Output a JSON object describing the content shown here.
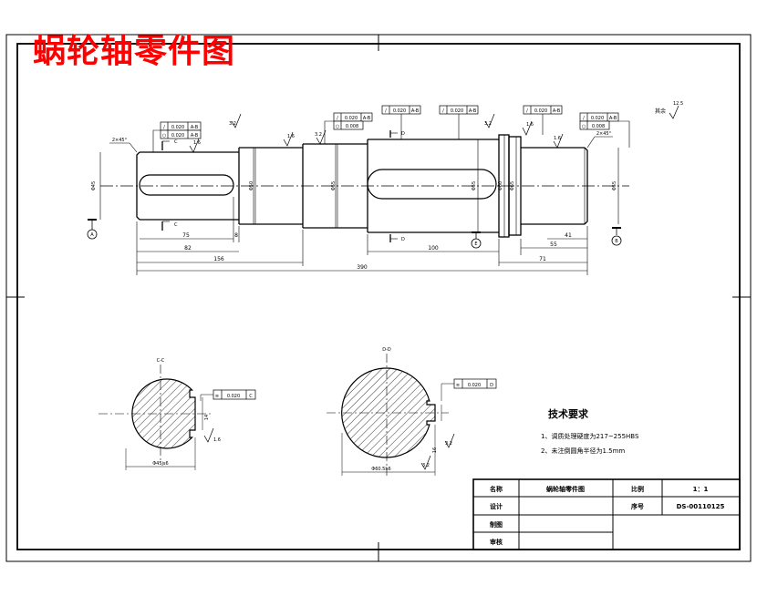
{
  "title": "蜗轮轴零件图",
  "dimensions": {
    "chamfer_left": "2×45°",
    "chamfer_right": "2×45°",
    "dia_1": "Φ45",
    "dia_2": "Φ50",
    "dia_3": "Φ55",
    "dia_4": "Φ55",
    "dia_5": "Φ60",
    "dia_6": "Φ65",
    "dia_7": "Φ55",
    "len_key1": "75",
    "len_seg1": "82",
    "len_left": "156",
    "len_total": "390",
    "len_mid": "100",
    "len_right1": "41",
    "len_right2": "55",
    "len_right3": "71",
    "gap": "8",
    "sec1_dim": "14",
    "sec2_dim": "16",
    "sec1_dia": "Φ45js6",
    "sec2_dia": "Φ60.5h6"
  },
  "tolerances": {
    "t1": "0.020",
    "t1_ref": "A-B",
    "t2": "0.020",
    "t2_ref": "A-B",
    "t3": "0.008",
    "t4": "0.020",
    "t4_ref": "A-B",
    "t5": "0.020",
    "t5_ref": "A-B",
    "t6": "0.020",
    "t6_ref": "A-B",
    "t7": "0.020",
    "t7_ref": "A-B",
    "t8": "0.008",
    "sec1_sym": "0.020",
    "sec1_ref": "C",
    "sec2_sym": "0.020",
    "sec2_ref": "D"
  },
  "roughness": {
    "r1": "1.6",
    "r2": "1.6",
    "r3": "1.6",
    "r4": "3.2",
    "r5": "1.6",
    "r6": "3.2",
    "r7": "3.2",
    "r8": "1.6",
    "r9": "3.2",
    "rest_label": "其余",
    "rest_value": "12.5"
  },
  "datums": {
    "a": "A",
    "b": "B",
    "c_top": "C",
    "c_bottom": "C",
    "d_top": "D",
    "d_bottom": "D",
    "e": "E",
    "section1": "C-C",
    "section2": "D-D"
  },
  "requirements": {
    "heading": "技术要求",
    "items": [
      "1、调质处理硬度为217~255HBS",
      "2、未注倒圆角半径为1.5mm"
    ]
  },
  "title_block": {
    "name_label": "名称",
    "name_value": "蜗轮轴零件图",
    "scale_label": "比例",
    "scale_value": "1：1",
    "design_label": "设计",
    "number_label": "序号",
    "number_value": "DS-00110125",
    "draw_label": "制图",
    "check_label": "审核"
  }
}
